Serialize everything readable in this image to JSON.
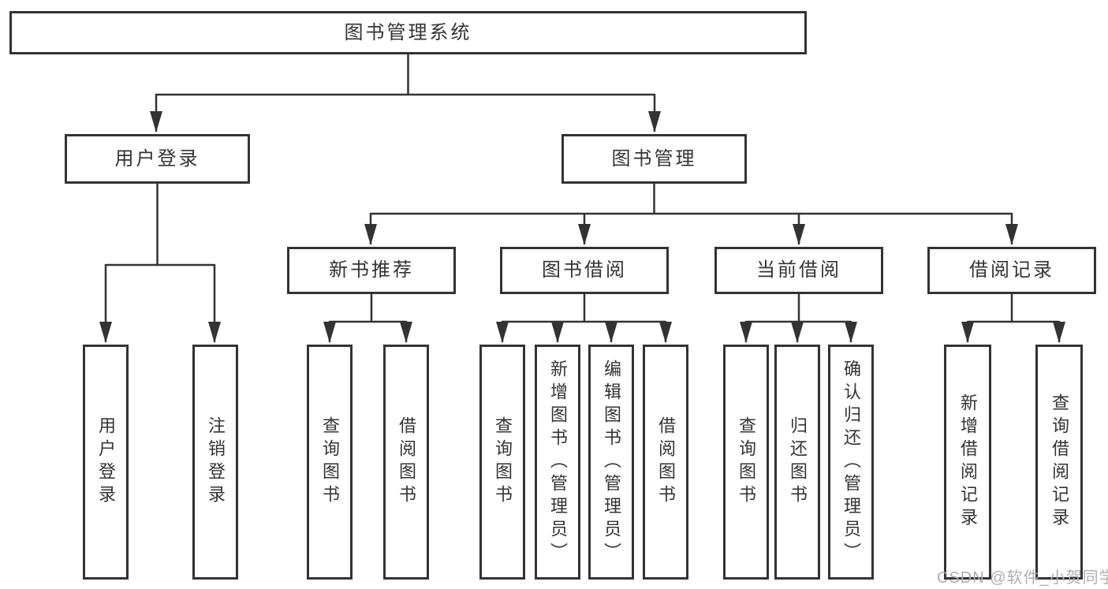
{
  "diagram": {
    "root": {
      "label": "图书管理系统"
    },
    "branches": [
      {
        "label": "用户登录",
        "children": [
          {
            "label": "用户登录"
          },
          {
            "label": "注销登录"
          }
        ]
      },
      {
        "label": "图书管理",
        "children": [
          {
            "label": "新书推荐",
            "children": [
              {
                "label": "查询图书"
              },
              {
                "label": "借阅图书"
              }
            ]
          },
          {
            "label": "图书借阅",
            "children": [
              {
                "label": "查询图书"
              },
              {
                "label": "新增图书（管理员）"
              },
              {
                "label": "编辑图书（管理员）"
              },
              {
                "label": "借阅图书"
              }
            ]
          },
          {
            "label": "当前借阅",
            "children": [
              {
                "label": "查询图书"
              },
              {
                "label": "归还图书"
              },
              {
                "label": "确认归还（管理员）"
              }
            ]
          },
          {
            "label": "借阅记录",
            "children": [
              {
                "label": "新增借阅记录"
              },
              {
                "label": "查询借阅记录"
              }
            ]
          }
        ]
      }
    ],
    "watermark": "CSDN @软件_小贺同学",
    "colors": {
      "line": "#333333",
      "text": "#333333",
      "watermark": "#b2adad",
      "background": "#ffffff"
    }
  }
}
